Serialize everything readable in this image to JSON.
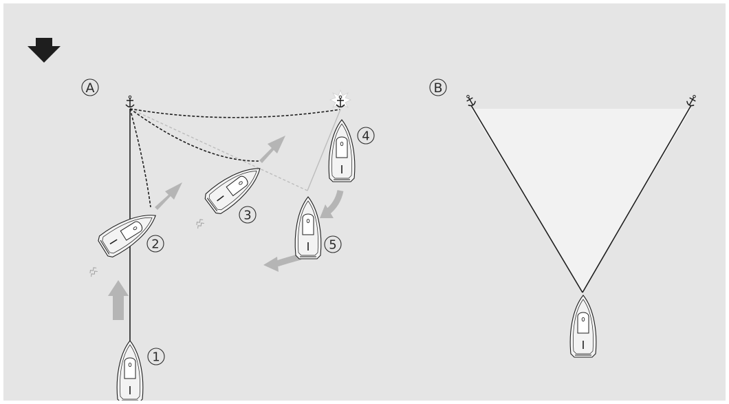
{
  "colors": {
    "background": "#e5e5e5",
    "line": "#1e1e1e",
    "arrow": "#b5b5b5",
    "hull": "#f3f3f3",
    "zone": "#f2f2f2"
  },
  "wind_icon": "down-arrow-icon",
  "panels": [
    {
      "label": "A",
      "boats": [
        {
          "num": "1"
        },
        {
          "num": "2"
        },
        {
          "num": "3"
        },
        {
          "num": "4"
        },
        {
          "num": "5"
        }
      ]
    },
    {
      "label": "B"
    }
  ]
}
